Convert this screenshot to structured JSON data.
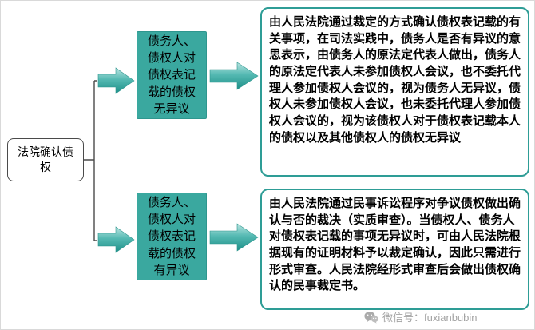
{
  "diagram": {
    "title_node": "法院确认债权",
    "branches": [
      {
        "condition": "债务人、债权人对债权表记载的债权无异议",
        "detail": "由人民法院通过裁定的方式确认债权表记载的有关事项，在司法实践中，债务人是否有异议的意思表示，由债务人的原法定代表人做出，债务人的原法定代表人未参加债权人会议，也不委托代理人参加债权人会议的，视为债务人无异议，债权人未参加债权人会议，也未委托代理人参加债权人会议的，视为该债权人对于债权表记载本人的债权以及其他债权人的债权无异议"
      },
      {
        "condition": "债务人、债权人对债权表记载的债权有异议",
        "detail": "由人民法院通过民事诉讼程序对争议债权做出确认与否的裁决（实质审查）。当债权人、债务人对债权表记载的事项无异议时，可由人民法院根据现有的证明材料予以裁定确认，因此只需进行形式审查。人民法院经形式审查后会做出债权确认的民事裁定书。"
      }
    ],
    "watermark": {
      "label": "微信号：fuxianbubin",
      "icon": "wechat-icon"
    },
    "colors": {
      "node_fill": "#3aa89f",
      "node_border": "#2e968e",
      "detail_border": "#2e9d96",
      "arrow_light": "#b9e5e2",
      "arrow_dark": "#1d8f88",
      "root_border": "#4a4a4a",
      "text": "#000000",
      "watermark_text": "#a3a3a3"
    }
  }
}
